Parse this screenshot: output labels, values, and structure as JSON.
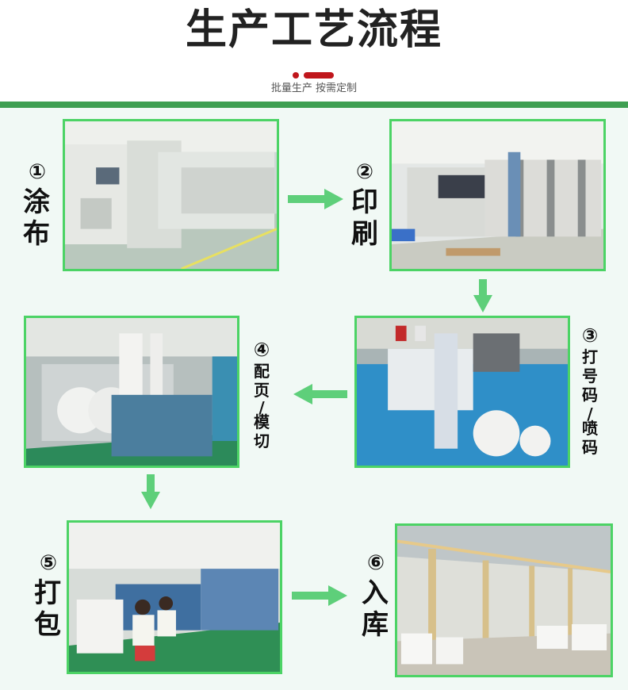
{
  "header": {
    "title": "生产工艺流程",
    "subtitle": "批量生产 按需定制"
  },
  "steps": [
    {
      "num": "①",
      "name_chars": [
        "涂",
        "布"
      ]
    },
    {
      "num": "②",
      "name_chars": [
        "印",
        "刷"
      ]
    },
    {
      "num": "③",
      "name_chars": [
        "打",
        "号",
        "码",
        "/",
        "喷",
        "码"
      ]
    },
    {
      "num": "④",
      "name_chars": [
        "配",
        "页",
        "/",
        "模",
        "切"
      ]
    },
    {
      "num": "⑤",
      "name_chars": [
        "打",
        "包"
      ]
    },
    {
      "num": "⑥",
      "name_chars": [
        "入",
        "库"
      ]
    }
  ],
  "colors": {
    "accent_red": "#c0161c",
    "header_bar_green": "#3f9f52",
    "frame_green": "#4cd365",
    "arrow_green": "#5ecf7a",
    "panel_background": "#f1f9f5"
  }
}
